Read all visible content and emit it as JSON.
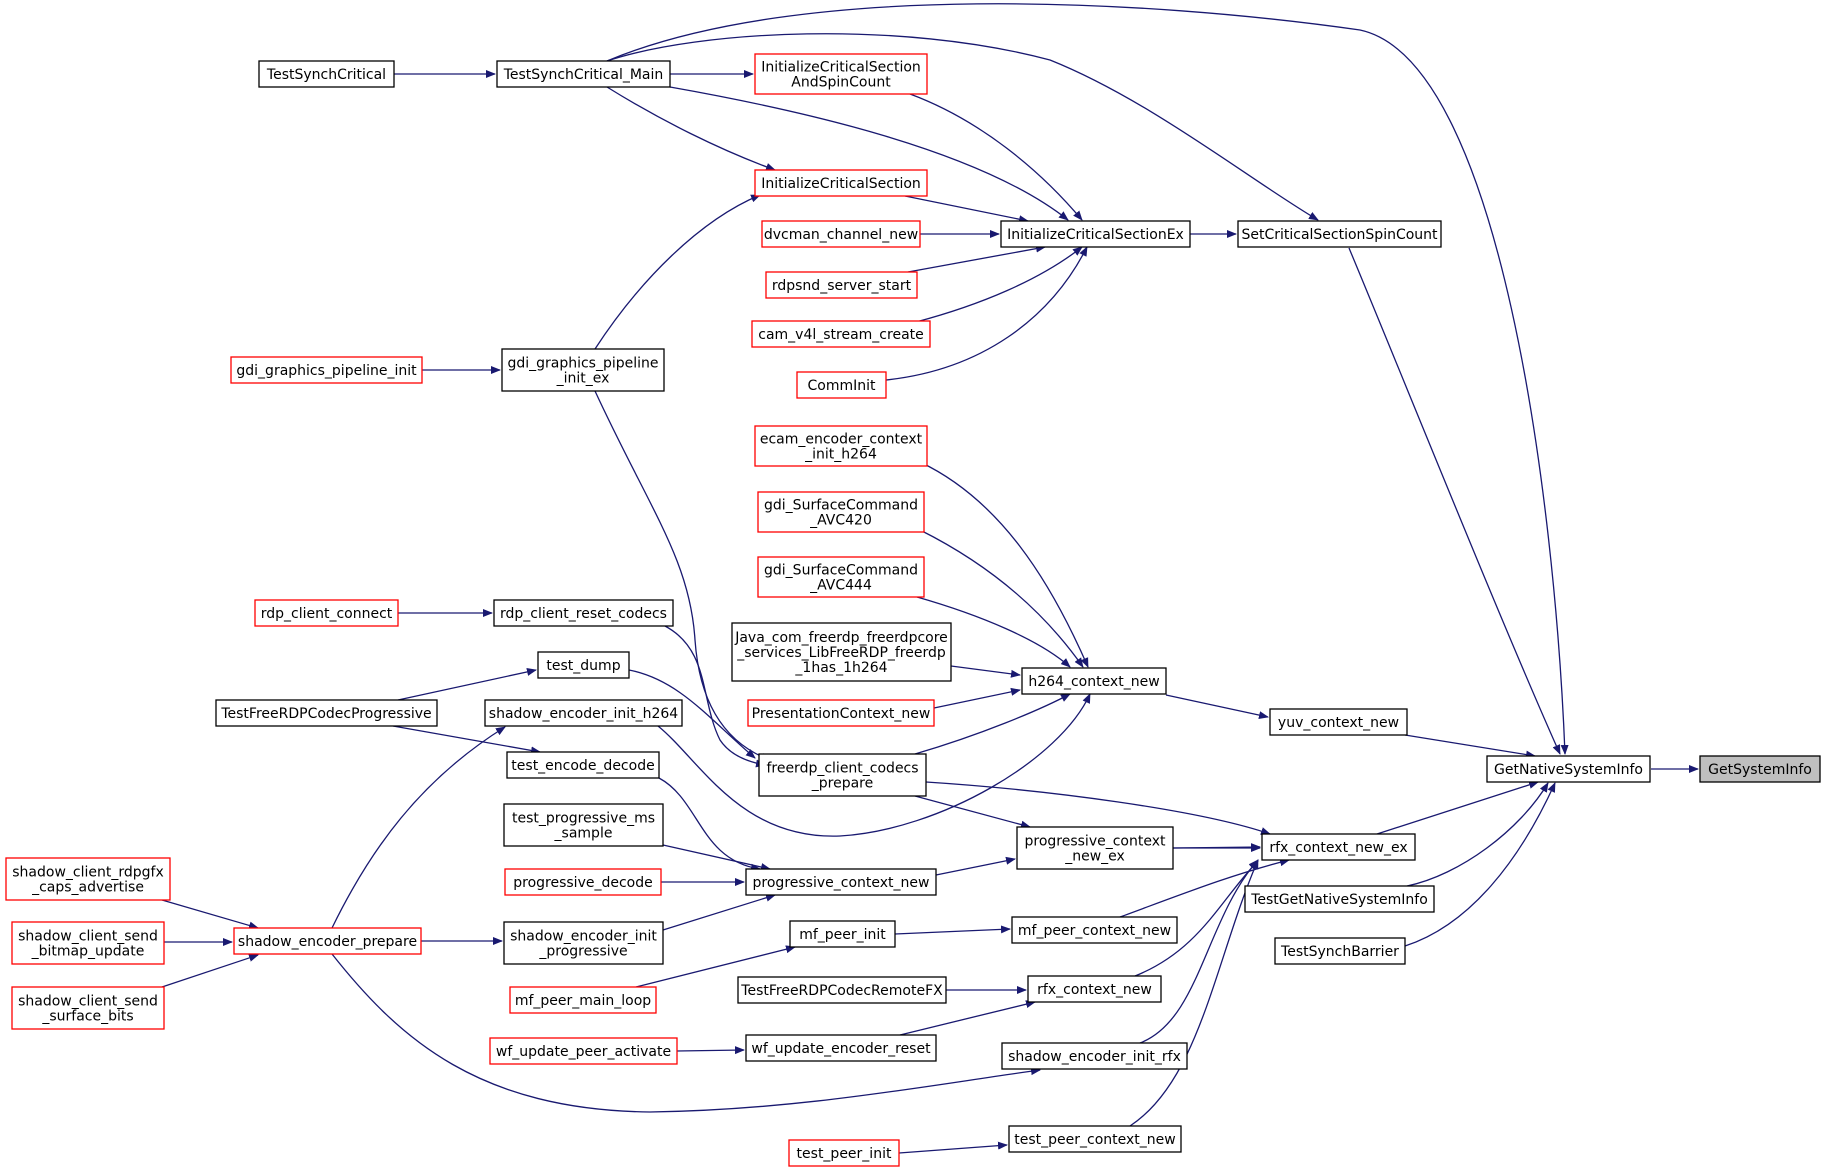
{
  "diagram": {
    "nodes": [
      {
        "id": "n_getsysteminfo",
        "label": [
          "GetSystemInfo"
        ],
        "style": "gray",
        "interactable": false
      },
      {
        "id": "n_getnativesysteminfo",
        "label": [
          "GetNativeSystemInfo"
        ],
        "style": "black",
        "interactable": true
      },
      {
        "id": "n_setcriticalsectionspincount",
        "label": [
          "SetCriticalSectionSpinCount"
        ],
        "style": "black",
        "interactable": true
      },
      {
        "id": "n_yuv_context_new",
        "label": [
          "yuv_context_new"
        ],
        "style": "black",
        "interactable": true
      },
      {
        "id": "n_rfx_context_new_ex",
        "label": [
          "rfx_context_new_ex"
        ],
        "style": "black",
        "interactable": true
      },
      {
        "id": "n_testgetnativesysteminfo",
        "label": [
          "TestGetNativeSystemInfo"
        ],
        "style": "black",
        "interactable": true
      },
      {
        "id": "n_testsynchbarrier",
        "label": [
          "TestSynchBarrier"
        ],
        "style": "black",
        "interactable": true
      },
      {
        "id": "n_initializecriticalsectionex",
        "label": [
          "InitializeCriticalSectionEx"
        ],
        "style": "black",
        "interactable": true
      },
      {
        "id": "n_h264_context_new",
        "label": [
          "h264_context_new"
        ],
        "style": "black",
        "interactable": true
      },
      {
        "id": "n_progressive_context_new_ex",
        "label": [
          "progressive_context",
          "_new_ex"
        ],
        "style": "black",
        "interactable": true
      },
      {
        "id": "n_mf_peer_context_new",
        "label": [
          "mf_peer_context_new"
        ],
        "style": "black",
        "interactable": true
      },
      {
        "id": "n_rfx_context_new",
        "label": [
          "rfx_context_new"
        ],
        "style": "black",
        "interactable": true
      },
      {
        "id": "n_shadow_encoder_init_rfx",
        "label": [
          "shadow_encoder_init_rfx"
        ],
        "style": "black",
        "interactable": true
      },
      {
        "id": "n_test_peer_context_new",
        "label": [
          "test_peer_context_new"
        ],
        "style": "black",
        "interactable": true
      },
      {
        "id": "n_testsynchcritical_main",
        "label": [
          "TestSynchCritical_Main"
        ],
        "style": "black",
        "interactable": true
      },
      {
        "id": "n_testsynchcritical",
        "label": [
          "TestSynchCritical"
        ],
        "style": "black",
        "interactable": true
      },
      {
        "id": "n_initcritsec_spin",
        "label": [
          "InitializeCriticalSection",
          "AndSpinCount"
        ],
        "style": "red",
        "interactable": true
      },
      {
        "id": "n_initializecriticalsection",
        "label": [
          "InitializeCriticalSection"
        ],
        "style": "red",
        "interactable": true
      },
      {
        "id": "n_dvcman_channel_new",
        "label": [
          "dvcman_channel_new"
        ],
        "style": "red",
        "interactable": true
      },
      {
        "id": "n_rdpsnd_server_start",
        "label": [
          "rdpsnd_server_start"
        ],
        "style": "red",
        "interactable": true
      },
      {
        "id": "n_cam_v4l_stream_create",
        "label": [
          "cam_v4l_stream_create"
        ],
        "style": "red",
        "interactable": true
      },
      {
        "id": "n_comminit",
        "label": [
          "CommInit"
        ],
        "style": "red",
        "interactable": true
      },
      {
        "id": "n_gdi_graphics_pipeline_init_ex",
        "label": [
          "gdi_graphics_pipeline",
          "_init_ex"
        ],
        "style": "black",
        "interactable": true
      },
      {
        "id": "n_gdi_graphics_pipeline_init",
        "label": [
          "gdi_graphics_pipeline_init"
        ],
        "style": "red",
        "interactable": true
      },
      {
        "id": "n_ecam_encoder_context_init_h264",
        "label": [
          "ecam_encoder_context",
          "_init_h264"
        ],
        "style": "red",
        "interactable": true
      },
      {
        "id": "n_gdi_surfacecommand_avc420",
        "label": [
          "gdi_SurfaceCommand",
          "_AVC420"
        ],
        "style": "red",
        "interactable": true
      },
      {
        "id": "n_gdi_surfacecommand_avc444",
        "label": [
          "gdi_SurfaceCommand",
          "_AVC444"
        ],
        "style": "red",
        "interactable": true
      },
      {
        "id": "n_java_freerdp_has_h264",
        "label": [
          "Java_com_freerdp_freerdpcore",
          "_services_LibFreeRDP_freerdp",
          "_1has_1h264"
        ],
        "style": "black",
        "interactable": true
      },
      {
        "id": "n_presentationcontext_new",
        "label": [
          "PresentationContext_new"
        ],
        "style": "red",
        "interactable": true
      },
      {
        "id": "n_freerdp_client_codecs_prepare",
        "label": [
          "freerdp_client_codecs",
          "_prepare"
        ],
        "style": "black",
        "interactable": true
      },
      {
        "id": "n_rdp_client_reset_codecs",
        "label": [
          "rdp_client_reset_codecs"
        ],
        "style": "black",
        "interactable": true
      },
      {
        "id": "n_rdp_client_connect",
        "label": [
          "rdp_client_connect"
        ],
        "style": "red",
        "interactable": true
      },
      {
        "id": "n_test_dump",
        "label": [
          "test_dump"
        ],
        "style": "black",
        "interactable": true
      },
      {
        "id": "n_testfreerdpcodecprogressive",
        "label": [
          "TestFreeRDPCodecProgressive"
        ],
        "style": "black",
        "interactable": true
      },
      {
        "id": "n_shadow_encoder_init_h264",
        "label": [
          "shadow_encoder_init_h264"
        ],
        "style": "black",
        "interactable": true
      },
      {
        "id": "n_test_encode_decode",
        "label": [
          "test_encode_decode"
        ],
        "style": "black",
        "interactable": true
      },
      {
        "id": "n_test_progressive_ms_sample",
        "label": [
          "test_progressive_ms",
          "_sample"
        ],
        "style": "black",
        "interactable": true
      },
      {
        "id": "n_progressive_decode",
        "label": [
          "progressive_decode"
        ],
        "style": "red",
        "interactable": true
      },
      {
        "id": "n_progressive_context_new",
        "label": [
          "progressive_context_new"
        ],
        "style": "black",
        "interactable": true
      },
      {
        "id": "n_shadow_encoder_init_progressive",
        "label": [
          "shadow_encoder_init",
          "_progressive"
        ],
        "style": "black",
        "interactable": true
      },
      {
        "id": "n_mf_peer_init",
        "label": [
          "mf_peer_init"
        ],
        "style": "black",
        "interactable": true
      },
      {
        "id": "n_mf_peer_main_loop",
        "label": [
          "mf_peer_main_loop"
        ],
        "style": "red",
        "interactable": true
      },
      {
        "id": "n_testfreerdpcodecremotefx",
        "label": [
          "TestFreeRDPCodecRemoteFX"
        ],
        "style": "black",
        "interactable": true
      },
      {
        "id": "n_wf_update_encoder_reset",
        "label": [
          "wf_update_encoder_reset"
        ],
        "style": "black",
        "interactable": true
      },
      {
        "id": "n_wf_update_peer_activate",
        "label": [
          "wf_update_peer_activate"
        ],
        "style": "red",
        "interactable": true
      },
      {
        "id": "n_shadow_encoder_prepare",
        "label": [
          "shadow_encoder_prepare"
        ],
        "style": "red",
        "interactable": true
      },
      {
        "id": "n_shadow_client_rdpgfx_caps_advertise",
        "label": [
          "shadow_client_rdpgfx",
          "_caps_advertise"
        ],
        "style": "red",
        "interactable": true
      },
      {
        "id": "n_shadow_client_send_bitmap_update",
        "label": [
          "shadow_client_send",
          "_bitmap_update"
        ],
        "style": "red",
        "interactable": true
      },
      {
        "id": "n_shadow_client_send_surface_bits",
        "label": [
          "shadow_client_send",
          "_surface_bits"
        ],
        "style": "red",
        "interactable": true
      },
      {
        "id": "n_test_peer_init",
        "label": [
          "test_peer_init"
        ],
        "style": "red",
        "interactable": true
      }
    ]
  }
}
